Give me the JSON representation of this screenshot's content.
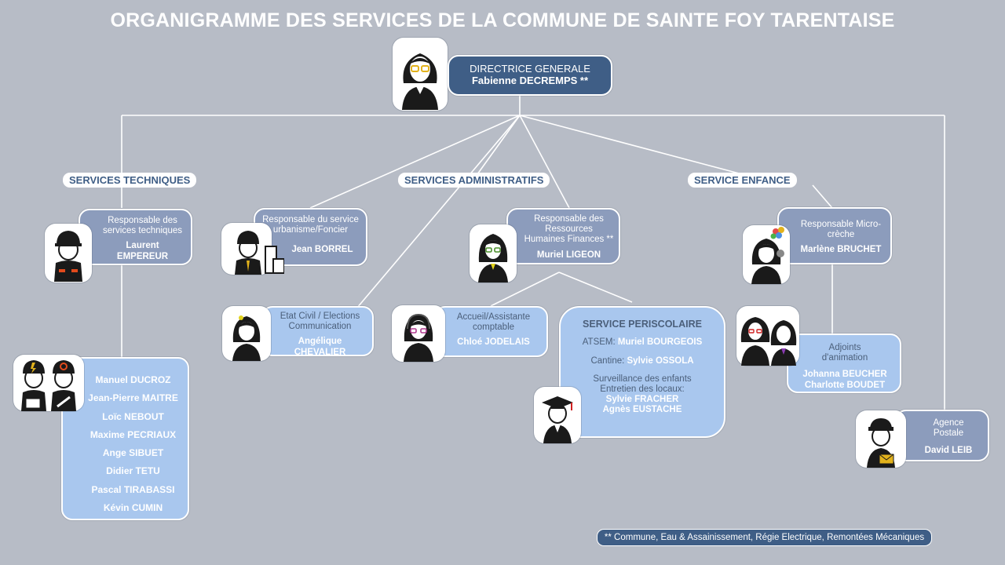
{
  "title": "ORGANIGRAMME DES SERVICES DE LA COMMUNE DE SAINTE FOY TARENTAISE",
  "director": {
    "role": "DIRECTRICE GENERALE",
    "name": "Fabienne DECREMPS **"
  },
  "services": {
    "technique": "SERVICES TECHNIQUES",
    "administratif": "SERVICES ADMINISTRATIFS",
    "enfance": "SERVICE ENFANCE"
  },
  "resp_tech": {
    "role": "Responsable des services techniques",
    "name": "Laurent EMPEREUR"
  },
  "tech_team": [
    "Manuel DUCROZ",
    "Jean-Pierre MAITRE",
    "Loïc NEBOUT",
    "Maxime PECRIAUX",
    "Ange SIBUET",
    "Didier TETU",
    "Pascal TIRABASSI",
    "Kévin CUMIN"
  ],
  "urbanisme": {
    "role": "Responsable du service urbanisme/Foncier",
    "name": "Jean BORREL"
  },
  "etat_civil": {
    "role": "Etat Civil / Elections Communication",
    "name": "Angélique CHEVALIER"
  },
  "rh": {
    "role": "Responsable des Ressources Humaines Finances **",
    "name": "Muriel LIGEON"
  },
  "accueil": {
    "role": "Accueil/Assistante comptable",
    "name": "Chloé JODELAIS"
  },
  "periscolaire": {
    "title": "SERVICE PERISCOLAIRE",
    "atsem_label": "ATSEM:",
    "atsem_name": "Muriel BOURGEOIS",
    "cantine_label": "Cantine:",
    "cantine_name": "Sylvie OSSOLA",
    "surveillance": "Surveillance des enfants",
    "entretien": "Entretien des locaux:",
    "names": [
      "Sylvie FRACHER",
      "Agnès EUSTACHE"
    ]
  },
  "creche": {
    "role": "Responsable Micro-crèche",
    "name": "Marlène BRUCHET"
  },
  "animation": {
    "role": "Adjoints d'animation",
    "names": [
      "Johanna BEUCHER",
      "Charlotte BOUDET"
    ]
  },
  "poste": {
    "role": "Agence Postale",
    "name": "David LEIB"
  },
  "footnote": "** Commune, Eau & Assainissement, Régie Electrique, Remontées Mécaniques",
  "colors": {
    "background": "#b7bcc6",
    "dark_box": "#3f5e86",
    "mid_box": "#8c9cbc",
    "light_box": "#a9c7ee"
  }
}
